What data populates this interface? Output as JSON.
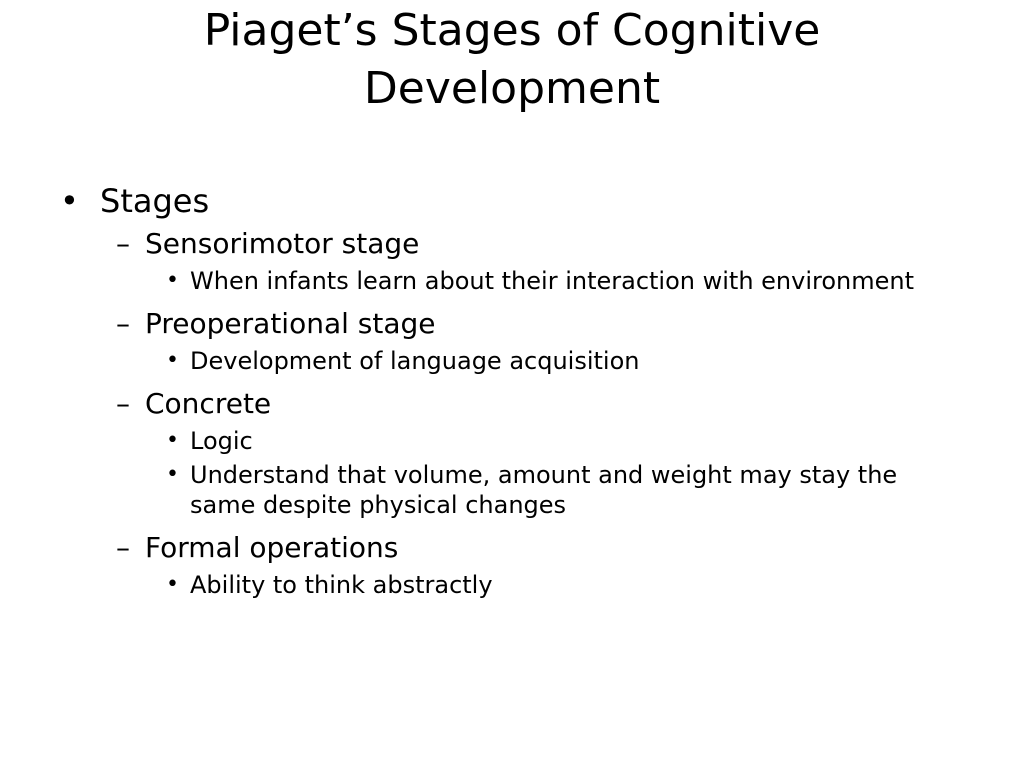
{
  "slide": {
    "title_line1": "Piaget’s Stages of Cognitive",
    "title_line2": "Development",
    "bullets": {
      "l1_marker": "•",
      "l2_marker": "–",
      "l3_marker": "•"
    },
    "top_item": "Stages",
    "stages": [
      {
        "name": "Sensorimotor stage",
        "points": [
          "When infants learn about their interaction with environment"
        ]
      },
      {
        "name": "Preoperational stage",
        "points": [
          "Development of language acquisition"
        ]
      },
      {
        "name": "Concrete",
        "points": [
          "Logic",
          "Understand that volume, amount and weight may stay the same despite physical changes"
        ]
      },
      {
        "name": "Formal operations",
        "points": [
          "Ability to think abstractly"
        ]
      }
    ]
  }
}
